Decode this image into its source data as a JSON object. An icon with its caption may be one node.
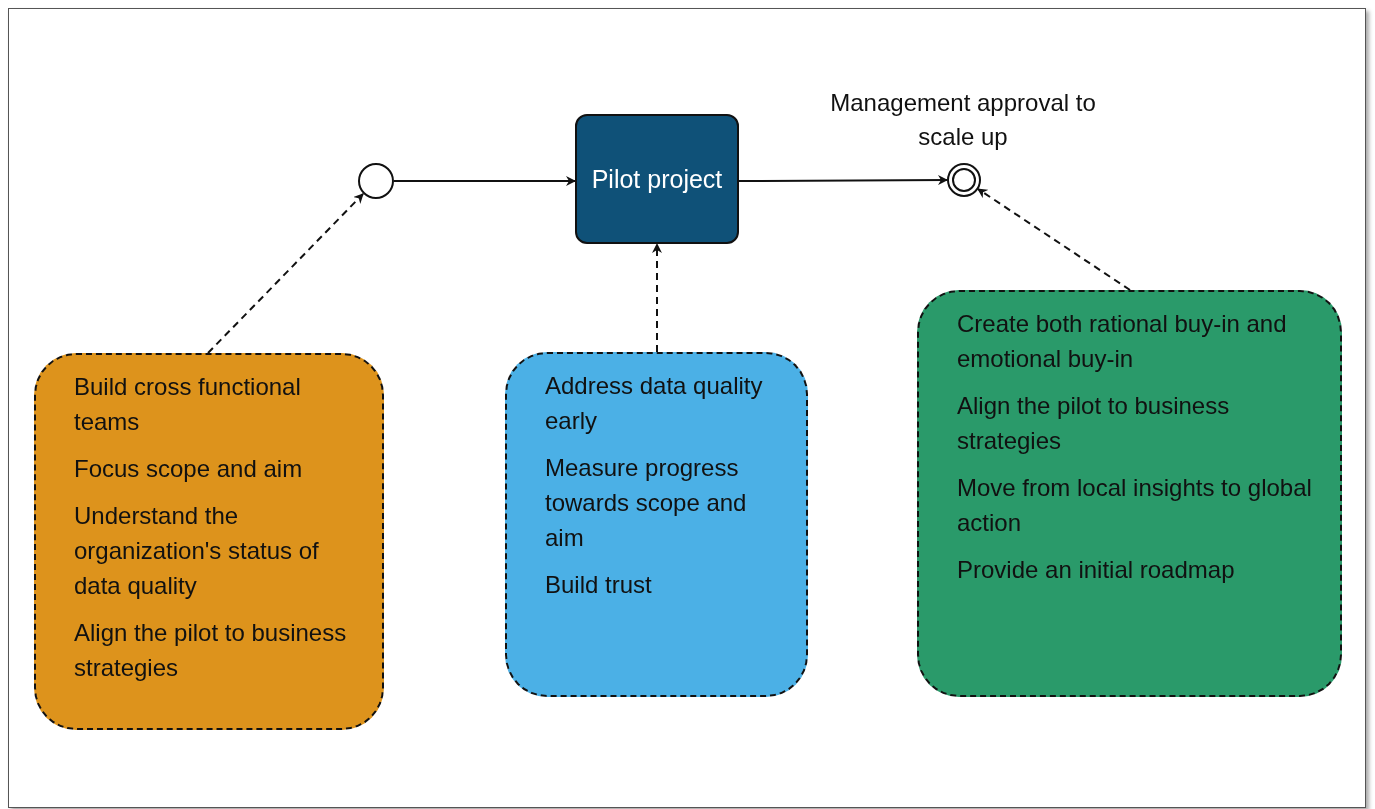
{
  "diagram": {
    "nodes": [
      {
        "text": [],
        "shape": "circle"
      },
      {
        "text": [
          "Pilot project"
        ]
      },
      {
        "text": [],
        "shape": "circle",
        "beside": [
          "Management approval to scale up"
        ]
      },
      {
        "text": [
          "Build cross functional teams",
          "Focus scope and aim",
          "Understand the organization's status of data quality",
          "Align the pilot to business strategies"
        ]
      },
      {
        "text": [
          "Address data quality early",
          "Measure progress towards scope and aim",
          "Build trust"
        ]
      },
      {
        "text": [
          "Create both rational buy-in and emotional buy-in",
          "Align the pilot to business strategies",
          "Move from local insights to global action",
          "Provide an initial roadmap"
        ]
      }
    ],
    "edges": [
      {
        "from": 0,
        "to": 1,
        "arrow": "to"
      },
      {
        "from": 1,
        "to": 2,
        "arrow": "to"
      },
      {
        "from": 3,
        "to": 0,
        "arrow": "to",
        "style": "dashed"
      },
      {
        "from": 4,
        "to": 1,
        "arrow": "to",
        "style": "dashed"
      },
      {
        "from": 5,
        "to": 2,
        "arrow": "to",
        "style": "dashed"
      }
    ]
  }
}
